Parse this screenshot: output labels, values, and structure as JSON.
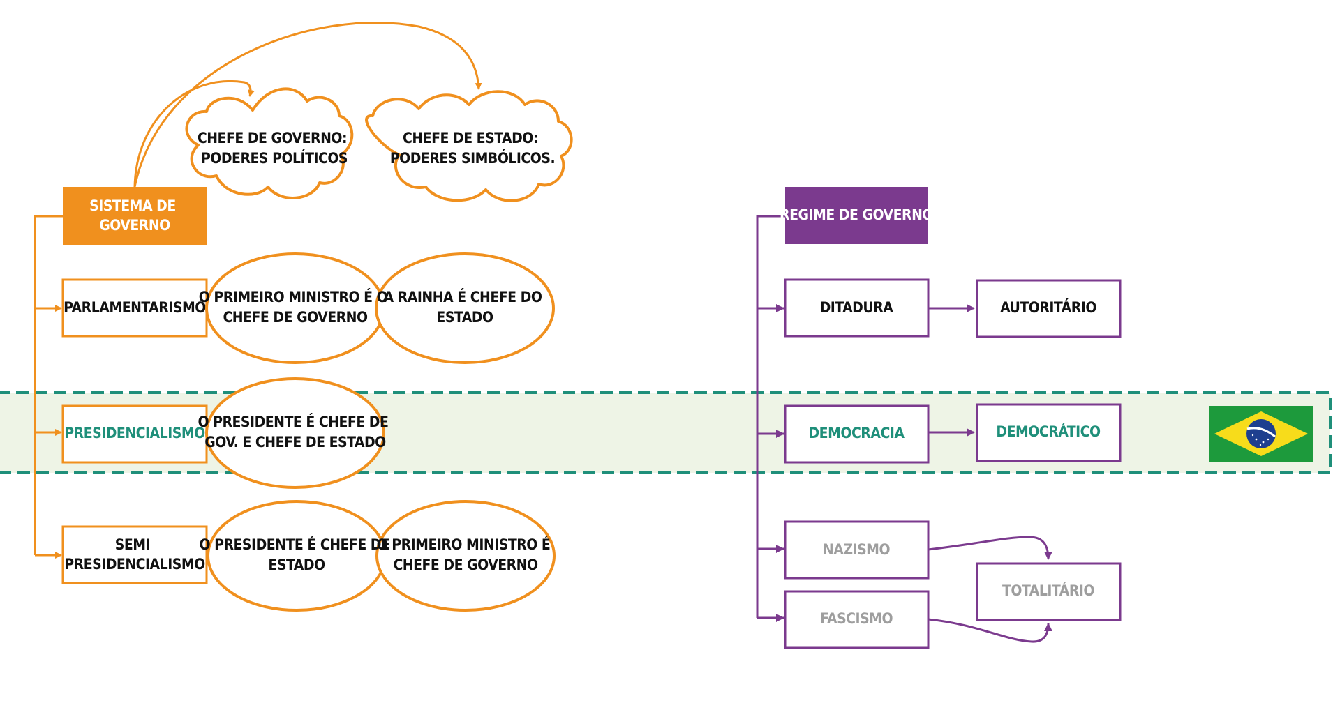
{
  "colors": {
    "orange": "#F0901E",
    "purple": "#7B3A8E",
    "teal": "#1F8F7A",
    "highlight_fill": "#EEF4E6",
    "text_dark": "#111111",
    "text_grey": "#9E9E9E",
    "flag_green": "#1D9A3C",
    "flag_yellow": "#F7DC1B",
    "flag_blue": "#1E3F8F"
  },
  "sistema": {
    "title": [
      "SISTEMA DE",
      "GOVERNO"
    ],
    "clouds": {
      "chefe_governo": [
        "CHEFE DE GOVERNO:",
        "PODERES POLÍTICOS"
      ],
      "chefe_estado": [
        "CHEFE DE ESTADO:",
        "PODERES SIMBÓLICOS."
      ]
    },
    "parlamentarismo": {
      "label": "PARLAMENTARISMO",
      "ellipses": [
        [
          "O PRIMEIRO MINISTRO É O",
          "CHEFE DE GOVERNO"
        ],
        [
          "A RAINHA É CHEFE DO",
          "ESTADO"
        ]
      ]
    },
    "presidencialismo": {
      "label": "PRESIDENCIALISMO",
      "ellipses": [
        [
          "O PRESIDENTE É CHEFE DE",
          "GOV. E CHEFE DE ESTADO"
        ]
      ]
    },
    "semi": {
      "label": [
        "SEMI",
        "PRESIDENCIALISMO"
      ],
      "ellipses": [
        [
          "O PRESIDENTE É CHEFE DE",
          "ESTADO"
        ],
        [
          "O PRIMEIRO MINISTRO É",
          "CHEFE DE GOVERNO"
        ]
      ]
    }
  },
  "regime": {
    "title": "REGIME DE GOVERNO",
    "ditadura": "DITADURA",
    "autoritario": "AUTORITÁRIO",
    "democracia": "DEMOCRACIA",
    "democratico": "DEMOCRÁTICO",
    "nazismo": "NAZISMO",
    "fascismo": "FASCISMO",
    "totalitario": "TOTALITÁRIO"
  },
  "flag": {
    "icon": "brazil-flag-icon"
  }
}
